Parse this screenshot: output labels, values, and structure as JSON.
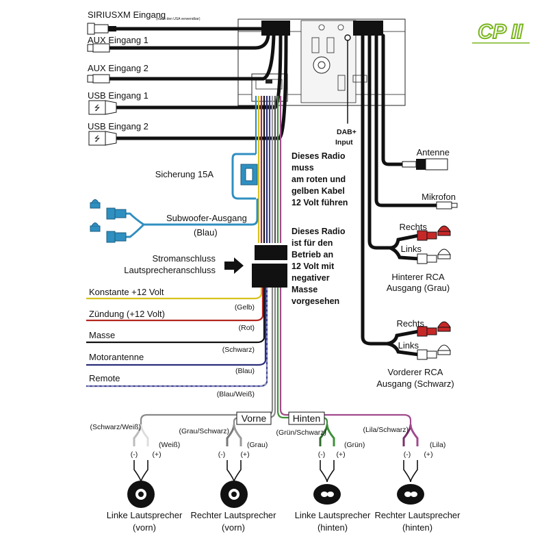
{
  "inputs": {
    "siriusxm": "SIRIUSXM Eingang",
    "siriusxm_note": "(nur in den USA verwendbar)",
    "aux1": "AUX Eingang 1",
    "aux2": "AUX Eingang 2",
    "usb1": "USB Eingang 1",
    "usb2": "USB Eingang 2"
  },
  "dab_input": [
    "DAB+",
    "Input"
  ],
  "right_side": {
    "antenna": "Antenne",
    "microphone": "Mikrofon",
    "rechts": "Rechts",
    "links": "Links",
    "rear_rca": [
      "Hinterer RCA",
      "Ausgang (Grau)"
    ],
    "front_rca": [
      "Vorderer RCA",
      "Ausgang (Schwarz)"
    ]
  },
  "fuse": "Sicherung 15A",
  "subwoofer": {
    "label": "Subwoofer-Ausgang",
    "color": "(Blau)"
  },
  "power_connector": [
    "Stromanschluss",
    "Lautsprecheranschluss"
  ],
  "notes": {
    "note1": [
      "Dieses Radio",
      "muss",
      "am roten und",
      "gelben Kabel",
      "12 Volt führen"
    ],
    "note2": [
      "Dieses Radio",
      "ist für den",
      "Betrieb an",
      "12 Volt mit",
      "negativer",
      "Masse",
      "vorgesehen"
    ]
  },
  "power_wires": [
    {
      "label": "Konstante +12 Volt",
      "color_name": "(Gelb)",
      "hex": "#d6c21e"
    },
    {
      "label": "Zündung (+12 Volt)",
      "color_name": "(Rot)",
      "hex": "#b3261e"
    },
    {
      "label": "Masse",
      "color_name": "(Schwarz)",
      "hex": "#111111"
    },
    {
      "label": "Motorantenne",
      "color_name": "(Blau)",
      "hex": "#2b2d7a"
    },
    {
      "label": "Remote",
      "color_name": "(Blau/Weiß)",
      "hex": "#3a3f8f"
    }
  ],
  "groups": {
    "front": "Vorne",
    "rear": "Hinten"
  },
  "speakers": [
    {
      "name": [
        "Linke Lautsprecher",
        "(vorn)"
      ],
      "neg_wire": "(Schwarz/Weiß)",
      "pos_wire": "(Weiß)",
      "hex": "#888888"
    },
    {
      "name": [
        "Rechter Lautsprecher",
        "(vorn)"
      ],
      "neg_wire": "(Grau/Schwarz)",
      "pos_wire": "(Grau)",
      "hex": "#8a8a8a"
    },
    {
      "name": [
        "Linke Lautsprecher",
        "(hinten)"
      ],
      "neg_wire": "(Grün/Schwarz)",
      "pos_wire": "(Grün)",
      "hex": "#3f8f3a"
    },
    {
      "name": [
        "Rechter Lautsprecher",
        "(hinten)"
      ],
      "neg_wire": "(Lila/Schwarz)",
      "pos_wire": "(Lila)",
      "hex": "#a04a8c"
    }
  ],
  "polarity": {
    "neg": "(-)",
    "pos": "(+)"
  },
  "logo_text": "CP II",
  "colors": {
    "yellow": "#d6c21e",
    "red": "#b3261e",
    "blue": "#2f8fc0",
    "green": "#3f8f3a",
    "purple": "#a04a8c",
    "rca_red": "#c62828",
    "logo_green": "#7ab51d"
  }
}
